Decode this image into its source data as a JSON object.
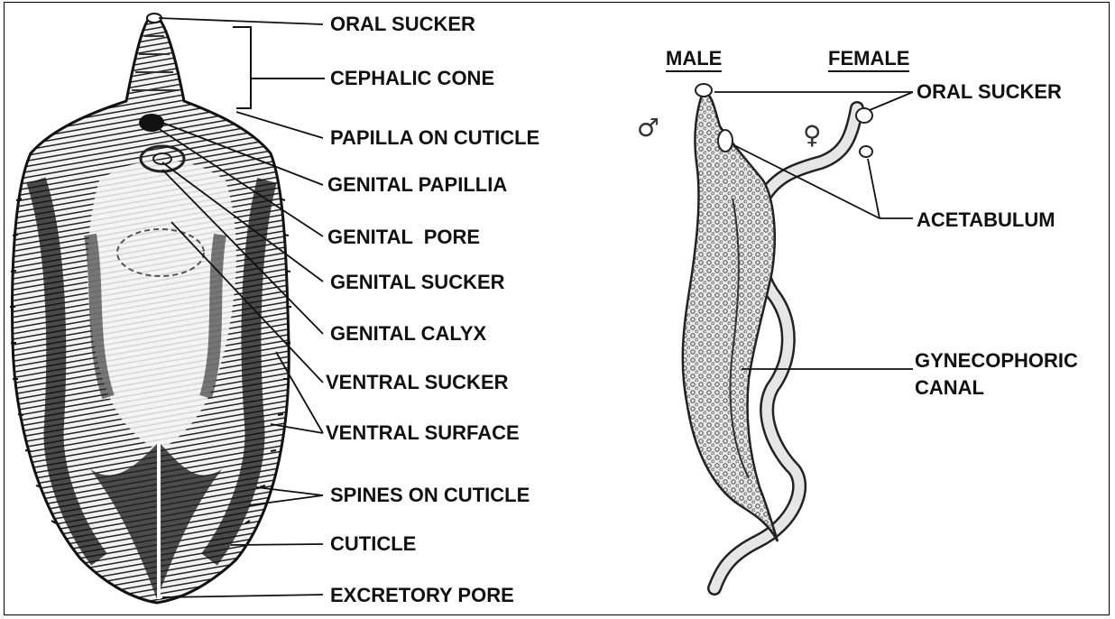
{
  "left_labels": [
    "ORAL SUCKER",
    "CEPHALIC CONE",
    "PAPILLA ON CUTICLE",
    "GENITAL PAPILLIA",
    "GENITAL  PORE",
    "GENITAL SUCKER",
    "GENITAL CALYX",
    "VENTRAL SUCKER",
    "VENTRAL SURFACE",
    "SPINES ON CUTICLE",
    "CUTICLE",
    "EXCRETORY PORE"
  ],
  "right": {
    "male_header": "MALE",
    "female_header": "FEMALE",
    "male_symbol": "♂",
    "female_symbol": "♀",
    "labels": {
      "oral_sucker": "ORAL SUCKER",
      "acetabulum": "ACETABULUM",
      "gynecophoric_line1": "GYNECOPHORIC",
      "gynecophoric_line2": "CANAL"
    }
  }
}
